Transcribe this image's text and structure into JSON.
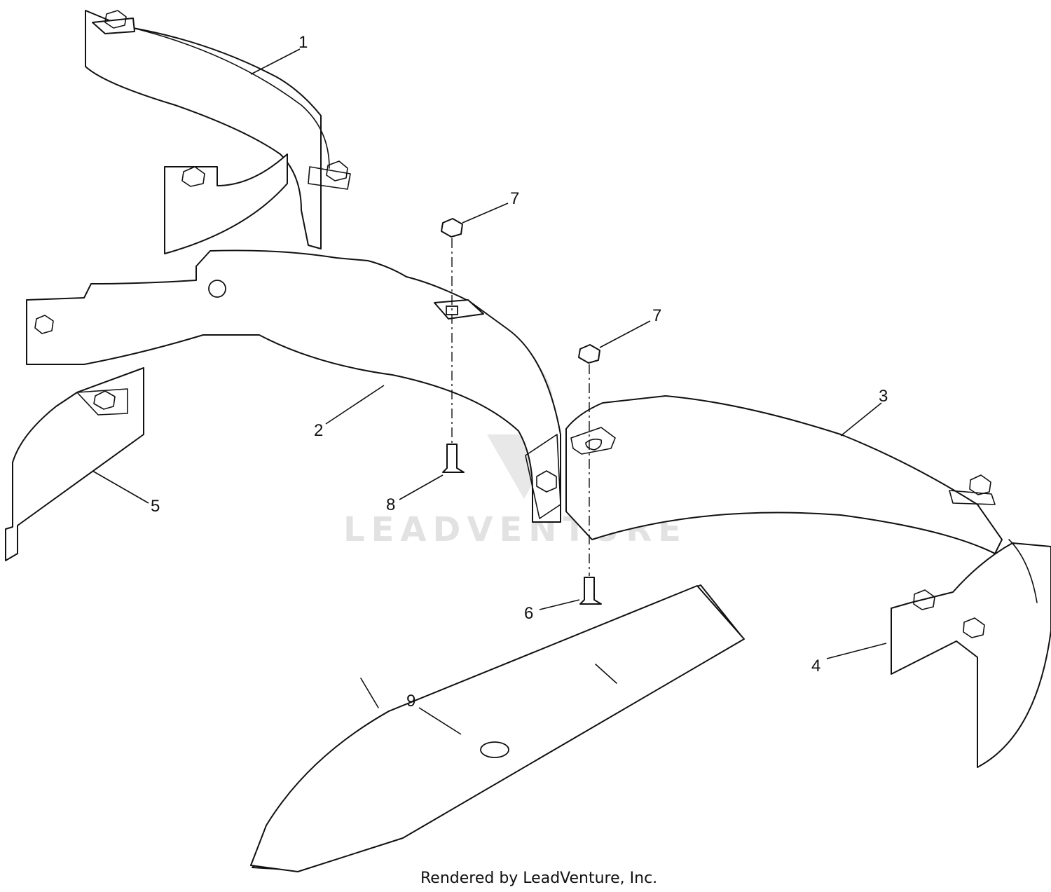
{
  "diagram": {
    "callouts": [
      "1",
      "2",
      "3",
      "4",
      "5",
      "6",
      "7",
      "7",
      "8",
      "9"
    ],
    "watermark": "LEADVENTURE",
    "credit": "Rendered by LeadVenture, Inc."
  }
}
